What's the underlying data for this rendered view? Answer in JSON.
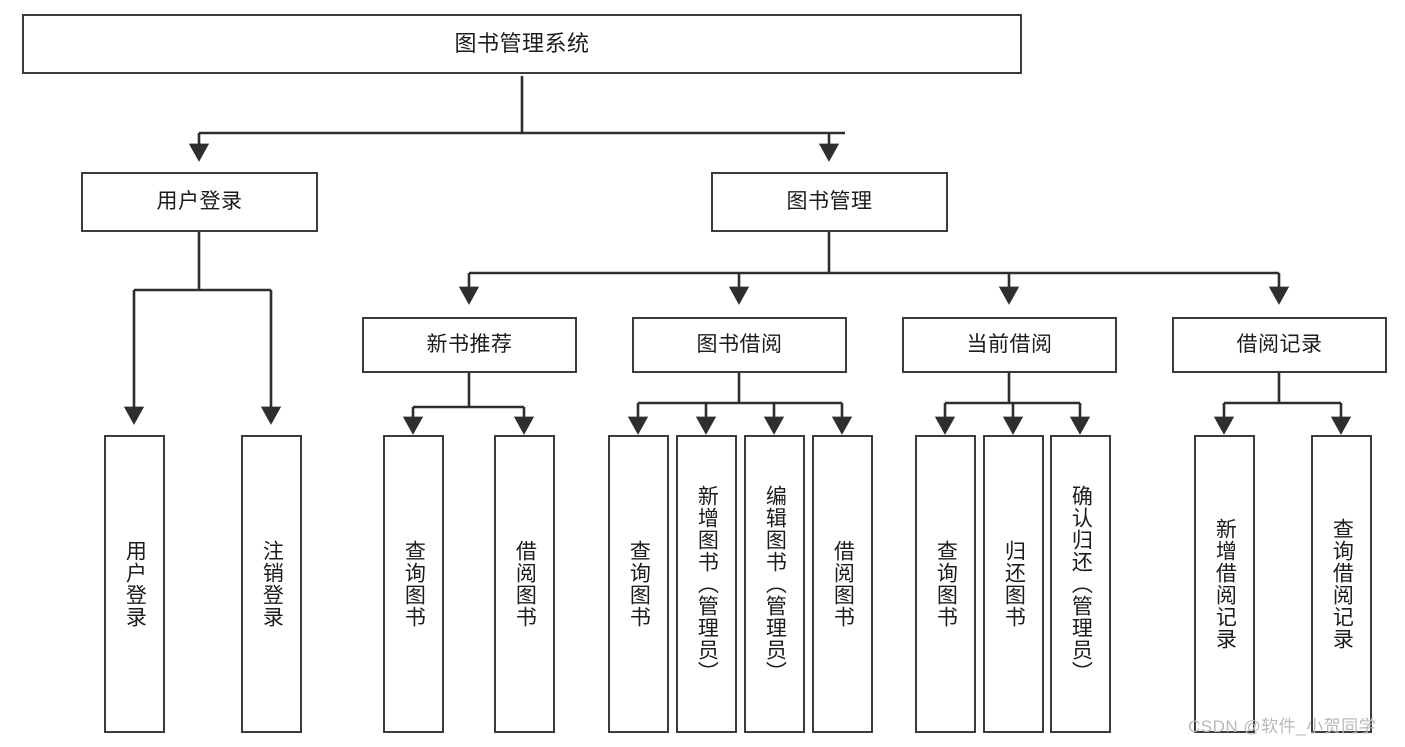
{
  "diagram": {
    "title": "图书管理系统",
    "type": "hierarchy-tree",
    "watermark": "CSDN @软件_小贺同学",
    "colors": {
      "background": "#ffffff",
      "box_border": "#3b3b3b",
      "connector": "#2e2e2e",
      "text": "#1c1c1c",
      "watermark": "#b8b8b8"
    },
    "root": {
      "label": "图书管理系统"
    },
    "level1": [
      {
        "label": "用户登录"
      },
      {
        "label": "图书管理"
      }
    ],
    "level2": [
      {
        "label": "新书推荐"
      },
      {
        "label": "图书借阅"
      },
      {
        "label": "当前借阅"
      },
      {
        "label": "借阅记录"
      }
    ],
    "leaves": {
      "user_login": [
        {
          "label": "用户登录"
        },
        {
          "label": "注销登录"
        }
      ],
      "new_book_recommend": [
        {
          "label": "查询图书"
        },
        {
          "label": "借阅图书"
        }
      ],
      "book_borrow": [
        {
          "label": "查询图书"
        },
        {
          "label": "新增图书（管理员）"
        },
        {
          "label": "编辑图书（管理员）"
        },
        {
          "label": "借阅图书"
        }
      ],
      "current_borrow": [
        {
          "label": "查询图书"
        },
        {
          "label": "归还图书"
        },
        {
          "label": "确认归还（管理员）"
        }
      ],
      "borrow_record": [
        {
          "label": "新增借阅记录"
        },
        {
          "label": "查询借阅记录"
        }
      ]
    }
  }
}
